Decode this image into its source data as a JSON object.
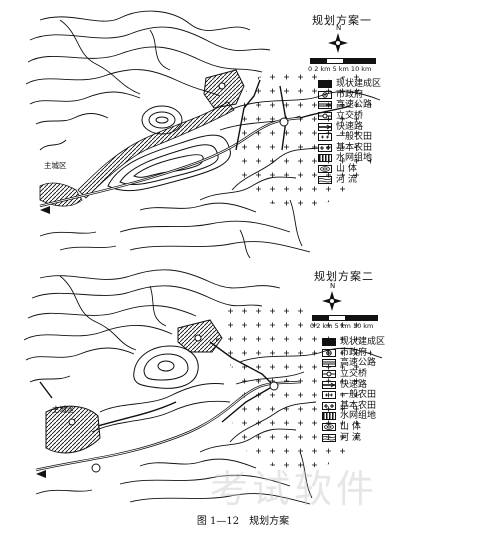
{
  "panels": [
    {
      "title": "规划方案一",
      "north": "N",
      "scale": "0 2 km 5 km 10 km",
      "town_label": "主城区",
      "legend": [
        {
          "label": "现状建成区",
          "icon": "built-up-area"
        },
        {
          "label": "市政府",
          "icon": "city-hall"
        },
        {
          "label": "高速公路",
          "icon": "expressway"
        },
        {
          "label": "立交桥",
          "icon": "interchange"
        },
        {
          "label": "快速路",
          "icon": "fast-road"
        },
        {
          "label": "一般农田",
          "icon": "general-farmland"
        },
        {
          "label": "基本农田",
          "icon": "basic-farmland"
        },
        {
          "label": "水网组地",
          "icon": "water-network"
        },
        {
          "label": "山  体",
          "icon": "mountain"
        },
        {
          "label": "河  流",
          "icon": "river"
        }
      ]
    },
    {
      "title": "规划方案二",
      "north": "N",
      "scale": "0 2 km 5 km 10 km",
      "town_label": "主城区",
      "legend": [
        {
          "label": "现状建成区",
          "icon": "built-up-area"
        },
        {
          "label": "市政府",
          "icon": "city-hall"
        },
        {
          "label": "高速公路",
          "icon": "expressway"
        },
        {
          "label": "立交桥",
          "icon": "interchange"
        },
        {
          "label": "快速路",
          "icon": "fast-road"
        },
        {
          "label": "一般农田",
          "icon": "general-farmland"
        },
        {
          "label": "基本农田",
          "icon": "basic-farmland"
        },
        {
          "label": "水网组地",
          "icon": "water-network"
        },
        {
          "label": "山  体",
          "icon": "mountain"
        },
        {
          "label": "河  流",
          "icon": "river"
        }
      ]
    }
  ],
  "caption": {
    "number": "图 1—12",
    "text": "规划方案"
  },
  "watermark": "考试软件"
}
